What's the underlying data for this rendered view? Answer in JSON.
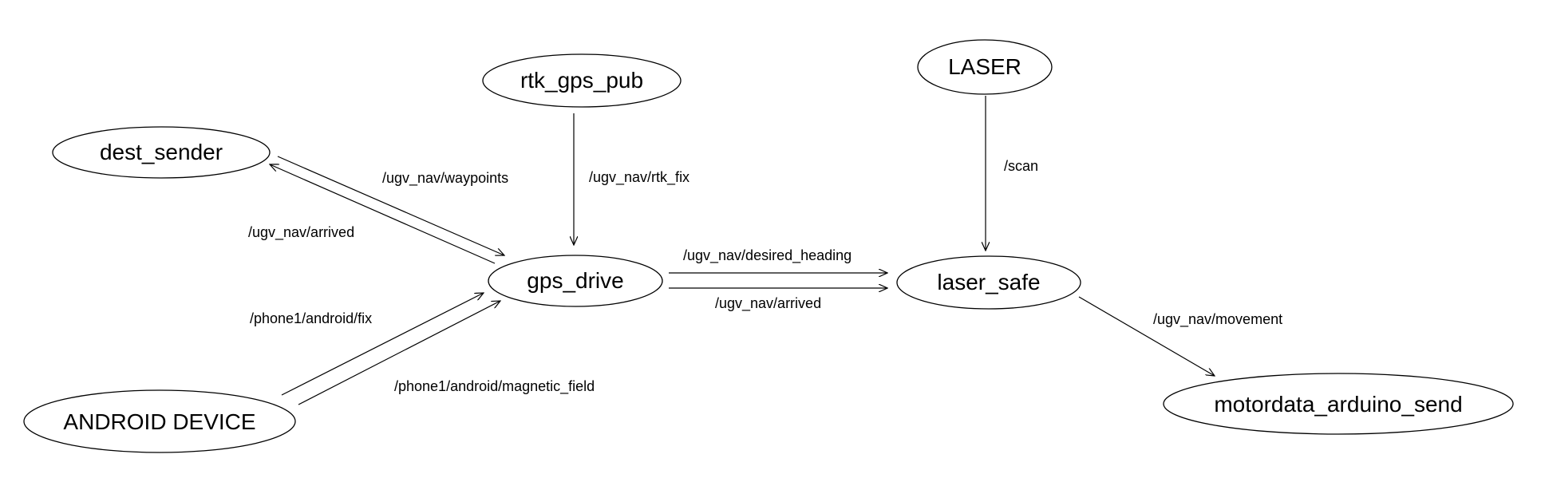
{
  "nodes": {
    "dest_sender": "dest_sender",
    "rtk_gps_pub": "rtk_gps_pub",
    "laser": "LASER",
    "gps_drive": "gps_drive",
    "laser_safe": "laser_safe",
    "android_device": "ANDROID DEVICE",
    "motordata_arduino_send": "motordata_arduino_send"
  },
  "edges": {
    "waypoints": "/ugv_nav/waypoints",
    "arrived_to_dest": "/ugv_nav/arrived",
    "rtk_fix": "/ugv_nav/rtk_fix",
    "scan": "/scan",
    "desired_heading": "/ugv_nav/desired_heading",
    "arrived_to_laser": "/ugv_nav/arrived",
    "android_fix": "/phone1/android/fix",
    "magnetic_field": "/phone1/android/magnetic_field",
    "movement": "/ugv_nav/movement"
  },
  "colors": {
    "stroke": "#000000",
    "background": "#ffffff"
  }
}
